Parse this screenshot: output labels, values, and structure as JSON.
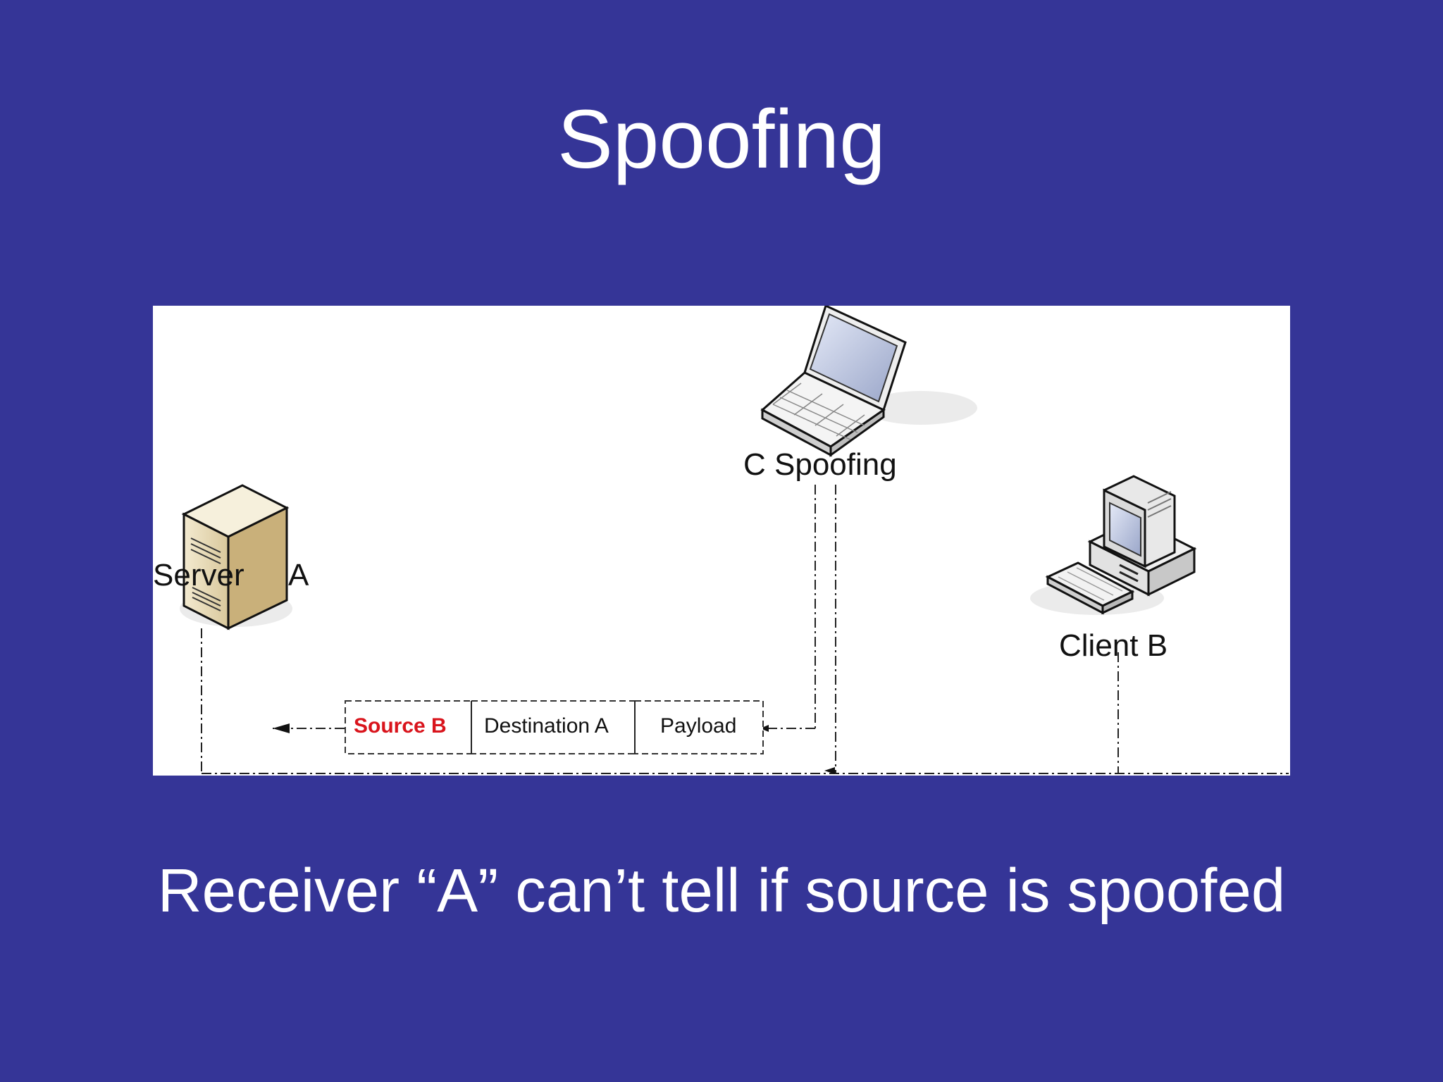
{
  "slide": {
    "title": "Spoofing",
    "caption": "Receiver “A” can’t tell if source is spoofed"
  },
  "diagram": {
    "nodes": {
      "server": {
        "label_part1": "Server",
        "label_part2": "A",
        "icon": "server-tower-icon"
      },
      "attacker": {
        "label": "C Spoofing",
        "icon": "laptop-icon"
      },
      "client": {
        "label": "Client B",
        "icon": "desktop-computer-icon"
      }
    },
    "packet": {
      "source": "Source B",
      "destination": "Destination A",
      "payload": "Payload"
    },
    "colors": {
      "background": "#353597",
      "source_field": "#d9141c"
    }
  }
}
